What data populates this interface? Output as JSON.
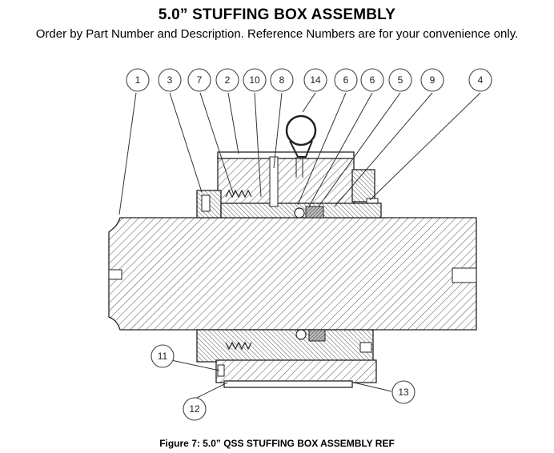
{
  "header": {
    "title": "5.0” STUFFING BOX ASSEMBLY",
    "subtitle": "Order by Part Number and Description.  Reference Numbers are for your convenience only."
  },
  "figure": {
    "caption": "Figure 7: 5.0” QSS STUFFING BOX ASSEMBLY REF",
    "callouts": [
      {
        "id": "1",
        "label": "1"
      },
      {
        "id": "3",
        "label": "3"
      },
      {
        "id": "7",
        "label": "7"
      },
      {
        "id": "2",
        "label": "2"
      },
      {
        "id": "10",
        "label": "10"
      },
      {
        "id": "8",
        "label": "8"
      },
      {
        "id": "14",
        "label": "14"
      },
      {
        "id": "6a",
        "label": "6"
      },
      {
        "id": "6b",
        "label": "6"
      },
      {
        "id": "5",
        "label": "5"
      },
      {
        "id": "9",
        "label": "9"
      },
      {
        "id": "4",
        "label": "4"
      },
      {
        "id": "11",
        "label": "11"
      },
      {
        "id": "12",
        "label": "12"
      },
      {
        "id": "13",
        "label": "13"
      }
    ]
  }
}
